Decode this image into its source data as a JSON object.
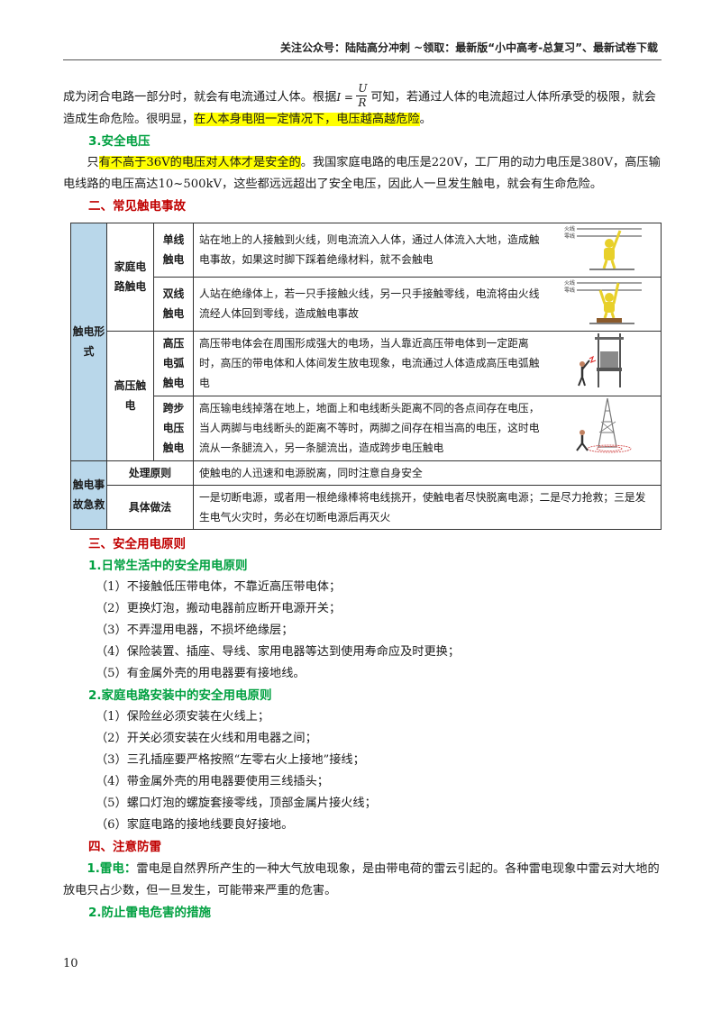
{
  "header": {
    "text": "关注公众号：陆陆高分冲刺  ~领取：最新版“小中高考-总复习”、最新试卷下载"
  },
  "intro": {
    "part1": "成为闭合电路一部分时，就会有电流通过人体。根据",
    "formula_lhs": "I =",
    "formula_num": "U",
    "formula_den": "R",
    "part2": "可知，若通过人体的电流超过人体所承受的极限，就会造成生命危险。很明显，",
    "highlight": "在人本身电阻一定情况下，电压越高越危险",
    "end": "。"
  },
  "safe_voltage": {
    "heading": "3.安全电压",
    "lead": "只",
    "highlight": "有不高于36V的电压对人体才是安全的",
    "rest": "。我国家庭电路的电压是220V，工厂用的动力电压是380V，高压输电线路的电压高达10~500kV，这些都远远超出了安全电压，因此人一旦发生触电，就会有生命危险。"
  },
  "section2": {
    "heading": "二、常见触电事故"
  },
  "table": {
    "form_label": "触电形式",
    "household_label": "家庭电路触电",
    "highvolt_label": "高压触电",
    "rows": [
      {
        "type": "单线触电",
        "desc": "站在地上的人接触到火线，则电流流入人体，通过人体流入大地，造成触电事故，如果这时脚下踩着绝缘材料，就不会触电",
        "img_l1": "火线",
        "img_l2": "零线"
      },
      {
        "type": "双线触电",
        "desc": "人站在绝缘体上，若一只手接触火线，另一只手接触零线，电流将由火线流经人体回到零线，造成触电事故",
        "img_l1": "火线",
        "img_l2": "零线"
      },
      {
        "type": "高压电弧触电",
        "desc": "高压带电体会在周围形成强大的电场，当人靠近高压带电体到一定距离时，高压的带电体和人体间发生放电现象，电流通过人体造成高压电弧触电"
      },
      {
        "type": "跨步电压触电",
        "desc": "高压输电线掉落在地上，地面上和电线断头距离不同的各点间存在电压，当人两脚与电线断头的距离不等时，两脚之间存在相当高的电压，这时电流从一条腿流入，另一条腿流出，造成跨步电压触电"
      }
    ],
    "rescue_label": "触电事故急救",
    "principle_label": "处理原则",
    "principle_text": "使触电的人迅速和电源脱离，同时注意自身安全",
    "method_label": "具体做法",
    "method_text": "一是切断电源，或者用一根绝缘棒将电线挑开，使触电者尽快脱离电源；二是尽力抢救；三是发生电气火灾时，务必在切断电源后再灭火"
  },
  "section3": {
    "heading": "三、安全用电原则",
    "sub1": "1.日常生活中的安全用电原则",
    "list1": [
      "（1）不接触低压带电体，不靠近高压带电体；",
      "（2）更换灯泡，搬动电器前应断开电源开关；",
      "（3）不弄湿用电器，不损坏绝缘层；",
      "（4）保险装置、插座、导线、家用电器等达到使用寿命应及时更换；",
      "（5）有金属外壳的用电器要有接地线。"
    ],
    "sub2": "2.家庭电路安装中的安全用电原则",
    "list2": [
      "（1）保险丝必须安装在火线上；",
      "（2）开关必须安装在火线和用电器之间；",
      "（3）三孔插座要严格按照“左零右火上接地”接线；",
      "（4）带金属外壳的用电器要使用三线插头；",
      "（5）螺口灯泡的螺旋套接零线，顶部金属片接火线；",
      "（6）家庭电路的接地线要良好接地。"
    ]
  },
  "section4": {
    "heading": "四、注意防雷",
    "thunder_label": "1.雷电：",
    "thunder_text": "雷电是自然界所产生的一种大气放电现象，是由带电荷的雷云引起的。各种雷电现象中雷云对大地的放电只占少数，但一旦发生，可能带来严重的危害。",
    "sub2": "2.防止雷电危害的措施"
  },
  "page_number": "10"
}
